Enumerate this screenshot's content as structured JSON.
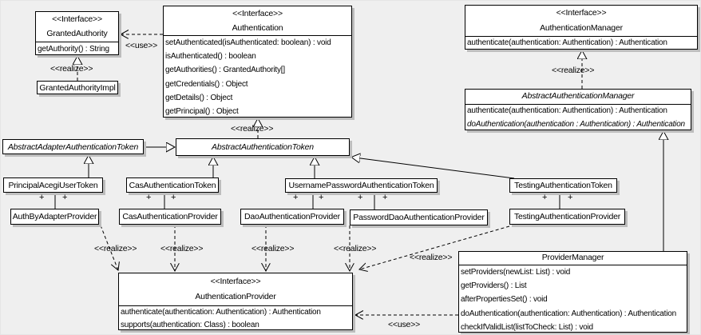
{
  "edge_labels": {
    "use": "<<use>>",
    "realize": "<<realize>>",
    "plus": "+"
  },
  "classes": {
    "granted_authority": {
      "stereotype": "<<Interface>>",
      "name": "GrantedAuthority",
      "methods": [
        "getAuthority() : String"
      ]
    },
    "granted_authority_impl": {
      "name": "GrantedAuthorityImpl"
    },
    "authentication": {
      "stereotype": "<<Interface>>",
      "name": "Authentication",
      "methods": [
        "setAuthenticated(isAuthenticated: boolean) : void",
        "isAuthenticated() : boolean",
        "getAuthorities() : GrantedAuthority[]",
        "getCredentials() : Object",
        "getDetails() : Object",
        "getPrincipal() : Object"
      ]
    },
    "authentication_manager": {
      "stereotype": "<<Interface>>",
      "name": "AuthenticationManager",
      "methods": [
        "authenticate(authentication: Authentication) : Authentication"
      ]
    },
    "abstract_authentication_manager": {
      "name": "AbstractAuthenticationManager",
      "methods": [
        "authenticate(authentication: Authentication) : Authentication",
        "doAuthentication(authentication : Authentication) : Authentication"
      ]
    },
    "abstract_adapter_authentication_token": {
      "name": "AbstractAdapterAuthenticationToken"
    },
    "abstract_authentication_token": {
      "name": "AbstractAuthenticationToken"
    },
    "principal_acegi_user_token": {
      "name": "PrincipalAcegiUserToken"
    },
    "cas_authentication_token": {
      "name": "CasAuthenticationToken"
    },
    "username_password_authentication_token": {
      "name": "UsernamePasswordAuthenticationToken"
    },
    "testing_authentication_token": {
      "name": "TestingAuthenticationToken"
    },
    "auth_by_adapter_provider": {
      "name": "AuthByAdapterProvider"
    },
    "cas_authentication_provider": {
      "name": "CasAuthenticationProvider"
    },
    "dao_authentication_provider": {
      "name": "DaoAuthenticationProvider"
    },
    "password_dao_authentication_provider": {
      "name": "PasswordDaoAuthenticationProvider"
    },
    "testing_authentication_provider": {
      "name": "TestingAuthenticationProvider"
    },
    "authentication_provider": {
      "stereotype": "<<Interface>>",
      "name": "AuthenticationProvider",
      "methods": [
        "authenticate(authentication: Authentication) : Authentication",
        "supports(authentication: Class) : boolean"
      ]
    },
    "provider_manager": {
      "name": "ProviderManager",
      "methods": [
        "setProviders(newList: List) : void",
        "getProviders() : List",
        "afterPropertiesSet() : void",
        "doAuthentication(authentication: Authentication) : Authentication",
        "checkIfValidList(listToCheck: List) : void"
      ]
    }
  },
  "colors": {
    "background": "#efefef",
    "box_fill": "#ffffff",
    "line": "#000000",
    "shadow": "#bdbdbd"
  }
}
